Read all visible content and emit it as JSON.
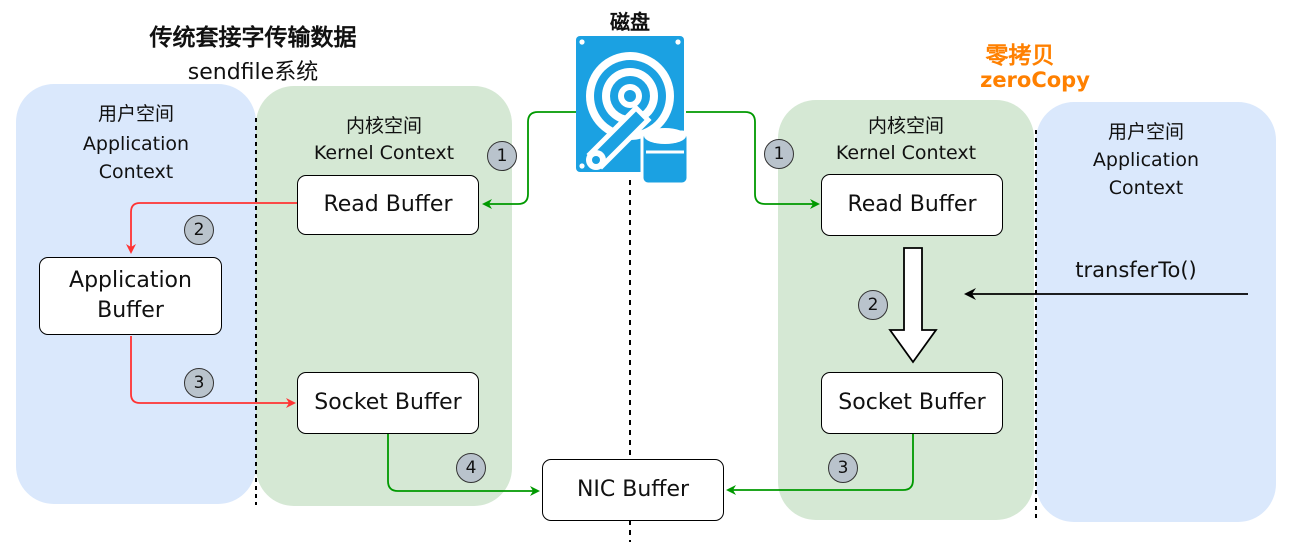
{
  "colors": {
    "user_space": "#dae8fc",
    "kernel_space": "#d5e8d4",
    "red_flow": "#ff3333",
    "green_flow": "#009900",
    "disk_icon": "#1ba1e2",
    "accent_orange": "#ff8000",
    "badge": "#b9c3cc"
  },
  "disk": {
    "label": "磁盘",
    "icon": "hard-disk-drive-icon"
  },
  "left": {
    "title": "传统套接字传输数据",
    "subtitle": "sendfile系统",
    "user_space": {
      "label_cn": "用户空间",
      "label_en": "Application\nContext"
    },
    "kernel_space": {
      "label_cn": "内核空间",
      "label_en": "Kernel Context"
    },
    "read_buffer": "Read Buffer",
    "app_buffer": "Application\nBuffer",
    "socket_buffer": "Socket Buffer",
    "steps": [
      "1",
      "2",
      "3",
      "4"
    ]
  },
  "right": {
    "title": "零拷贝",
    "subtitle": "zeroCopy",
    "user_space": {
      "label_cn": "用户空间",
      "label_en": "Application\nContext"
    },
    "kernel_space": {
      "label_cn": "内核空间",
      "label_en": "Kernel Context"
    },
    "read_buffer": "Read Buffer",
    "socket_buffer": "Socket Buffer",
    "call": "transferTo()",
    "steps": [
      "1",
      "2",
      "3"
    ]
  },
  "nic_buffer": "NIC Buffer"
}
